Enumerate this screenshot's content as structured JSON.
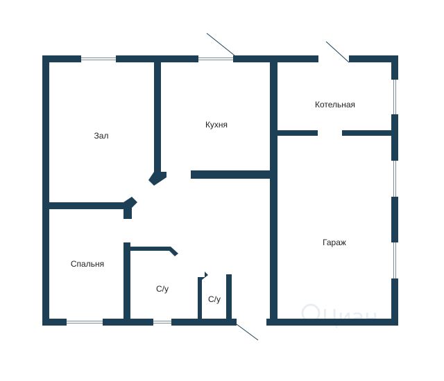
{
  "rooms": {
    "hall": "Зал",
    "kitchen": "Кухня",
    "boiler": "Котельная",
    "bedroom": "Спальня",
    "bath1": "С/у",
    "bath2": "С/у",
    "garage": "Гараж"
  },
  "watermark": "Циан",
  "colors": {
    "wall": "#1d4057",
    "background": "#ffffff"
  }
}
